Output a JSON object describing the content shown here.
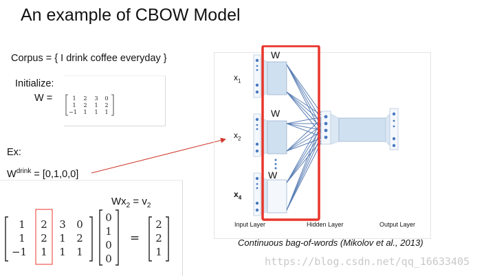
{
  "title": "An example of CBOW Model",
  "corpus": "Corpus = { I drink coffee everyday }",
  "initialize_label": "Initialize:",
  "w_equals": "W  =",
  "matrix_w": [
    [
      "1",
      "2",
      "3",
      "0"
    ],
    [
      "1",
      "2",
      "1",
      "2"
    ],
    [
      "−1",
      "1",
      "1",
      "1"
    ]
  ],
  "ex_label": "Ex:",
  "wdrink": {
    "base": "W",
    "sup": "drink",
    "rest": " = [0,1,0,0]"
  },
  "equation": {
    "lhs_w": "Wx",
    "lhs_sub": "2",
    "eq": "  =  v",
    "rhs_sub": "2"
  },
  "bottom_matrix": [
    [
      "1",
      "2",
      "3",
      "0"
    ],
    [
      "1",
      "2",
      "1",
      "2"
    ],
    [
      "−1",
      "1",
      "1",
      "1"
    ]
  ],
  "x_vector": [
    "0",
    "1",
    "0",
    "0"
  ],
  "equals_sign": "=",
  "result_vector": [
    "2",
    "2",
    "1"
  ],
  "diagram": {
    "w_labels": [
      "W",
      "W",
      "W"
    ],
    "x_labels": [
      {
        "base": "x",
        "sub": "1"
      },
      {
        "base": "x",
        "sub": "2"
      },
      {
        "base": "x",
        "sub": "4"
      }
    ],
    "layer_labels": [
      "Input Layer",
      "Hidden Layer",
      "Output Layer"
    ],
    "highlight_color": "#e8352b",
    "node_color": "#4a78c0",
    "line_color": "#5b7fb5",
    "box_color": "#cfe0f0"
  },
  "caption": "Continuous bag-of-words (Mikolov et al., 2013)",
  "watermark": "https://blog.csdn.net/qq_16633405",
  "arrow_color": "#d03a2e"
}
